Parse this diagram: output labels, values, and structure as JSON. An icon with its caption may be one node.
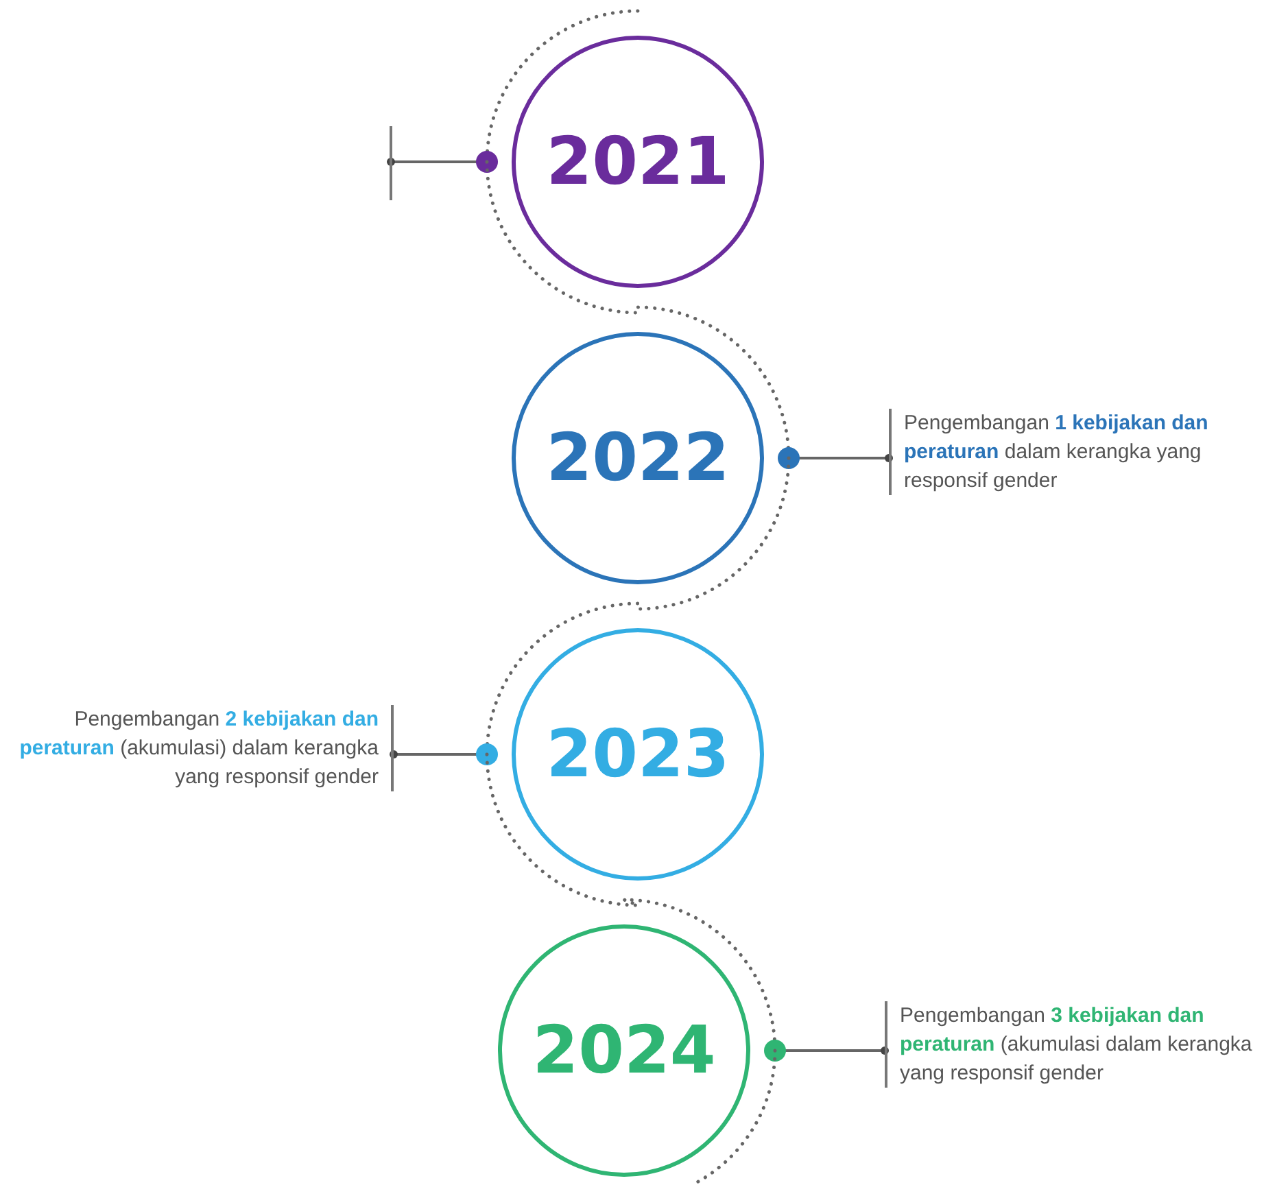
{
  "diagram": {
    "nodes": [
      {
        "text": [],
        "shape": "bar"
      },
      {
        "text": [
          "2021"
        ]
      },
      {
        "text": [
          "2022"
        ]
      },
      {
        "text": [
          "Pengembangan **1 kebijakan dan peraturan** dalam kerangka yang responsif gender"
        ]
      },
      {
        "text": [
          "Pengembangan **2 kebijakan dan peraturan** (akumulasi) dalam kerangka yang responsif gender"
        ]
      },
      {
        "text": [
          "2023"
        ]
      },
      {
        "text": [
          "2024"
        ]
      },
      {
        "text": [
          "Pengembangan **3 kebijakan dan peraturan** (akumulasi dalam kerangka yang responsif gender"
        ]
      }
    ],
    "edges": [
      {
        "from": null,
        "to": 1,
        "arrow": "none",
        "style": "dashed"
      },
      {
        "from": 1,
        "to": 0,
        "arrow": "other"
      },
      {
        "from": 1,
        "to": 2,
        "arrow": "none",
        "style": "dashed"
      },
      {
        "from": 2,
        "to": 3,
        "arrow": "other"
      },
      {
        "from": 2,
        "to": 5,
        "arrow": "none",
        "style": "dashed"
      },
      {
        "from": 5,
        "to": 4,
        "arrow": "other"
      },
      {
        "from": 5,
        "to": 6,
        "arrow": "none",
        "style": "dashed"
      },
      {
        "from": 6,
        "to": 7,
        "arrow": "other"
      },
      {
        "from": 6,
        "to": null,
        "arrow": "none",
        "style": "dashed"
      }
    ]
  }
}
